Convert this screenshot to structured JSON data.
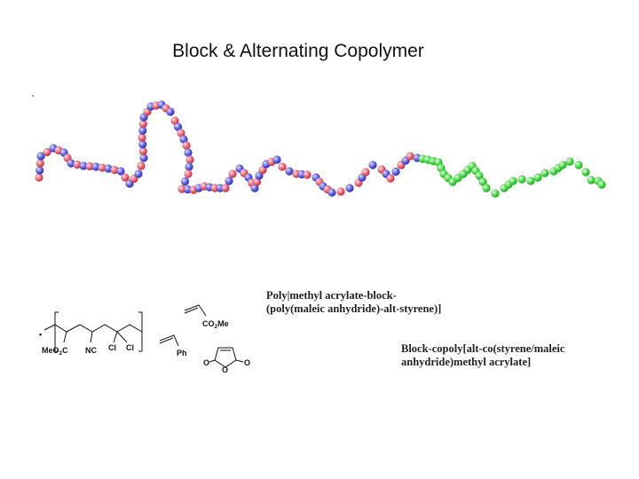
{
  "slide": {
    "title": "Block & Alternating Copolymer"
  },
  "polymer_chain": {
    "alternating_colors": [
      "#f07080",
      "#6a6ae8"
    ],
    "block_color": "#55e055"
  },
  "structure": {
    "left_substituents": [
      "MeO2C",
      "NC",
      "Cl",
      "Cl"
    ],
    "monomers": [
      "CO2Me",
      "Ph"
    ]
  },
  "names": {
    "name1_line1": "Poly|methyl acrylate-block-",
    "name1_line2": "(poly(maleic anhydride)-alt-styrene)]",
    "name2_line1": "Block-copoly[alt-co(styrene/maleic",
    "name2_line2": "anhydride)methyl acrylate]"
  }
}
